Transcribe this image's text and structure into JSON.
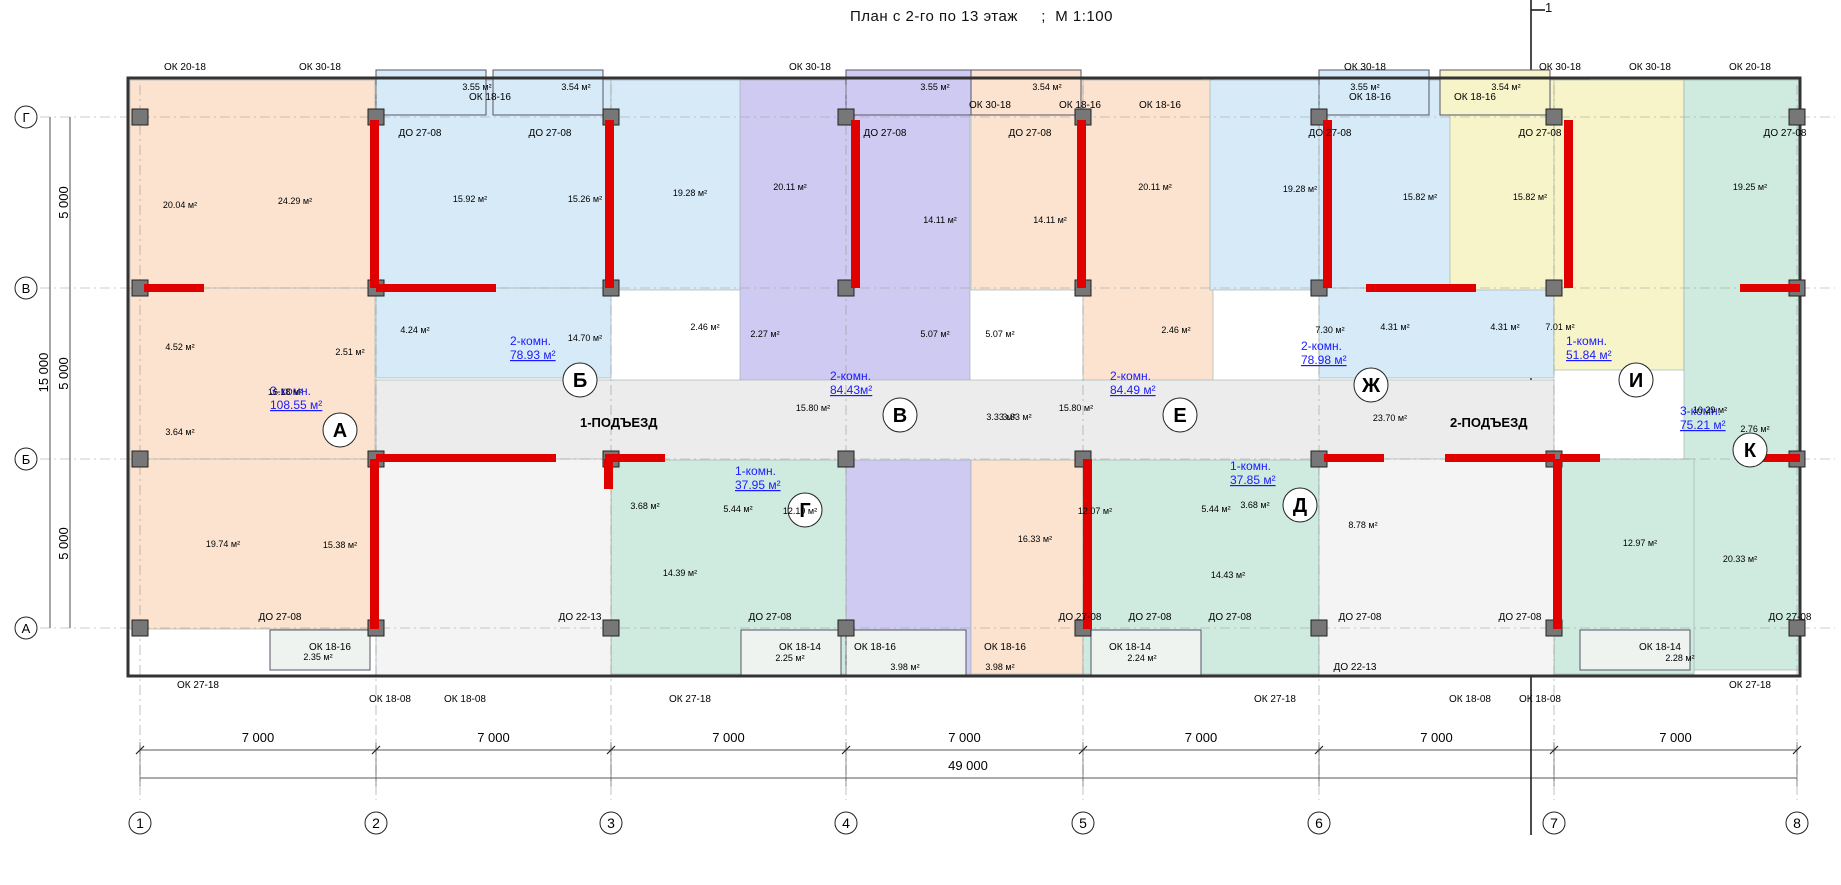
{
  "title": "План с 2-го по 13 этаж     ;  М 1:100",
  "section_mark": "1",
  "row_axes": [
    "Г",
    "В",
    "Б",
    "А"
  ],
  "col_axes": [
    "1",
    "2",
    "3",
    "4",
    "5",
    "6",
    "7",
    "8"
  ],
  "row_dims": [
    "5 000",
    "15 000",
    "5 000",
    "5 000"
  ],
  "col_dims": [
    "7 000",
    "7 000",
    "7 000",
    "7 000",
    "7 000",
    "7 000",
    "7 000"
  ],
  "total_dim": "49 000",
  "entrances": [
    "1-ПОДЪЕЗД",
    "2-ПОДЪЕЗД"
  ],
  "apartments": [
    {
      "letter": "А",
      "type": "3-комн.",
      "area": "108.55 м²"
    },
    {
      "letter": "Б",
      "type": "2-комн.",
      "area": "78.93 м²"
    },
    {
      "letter": "В",
      "type": "2-комн.",
      "area": "84.43м²"
    },
    {
      "letter": "Г",
      "type": "1-комн.",
      "area": "37.95 м²"
    },
    {
      "letter": "Е",
      "type": "2-комн.",
      "area": "84.49 м²"
    },
    {
      "letter": "Д",
      "type": "1-комн.",
      "area": "37.85 м²"
    },
    {
      "letter": "Ж",
      "type": "2-комн.",
      "area": "78.98 м²"
    },
    {
      "letter": "И",
      "type": "1-комн.",
      "area": "51.84 м²"
    },
    {
      "letter": "К",
      "type": "3-комн.",
      "area": "75.21 м²"
    }
  ],
  "window_marks": {
    "top": [
      "ОК 20-18",
      "ОК 30-18",
      "ОК 18-16",
      "ОК 30-18",
      "ОК 30-18",
      "ОК 18-16",
      "ОК 18-16",
      "ОК 30-18",
      "ОК 30-18",
      "ОК 18-16",
      "ОК 18-16",
      "ОК 30-18",
      "ОК 20-18"
    ],
    "bottom": [
      "ОК 27-18",
      "ОК 18-16",
      "ОК 18-08",
      "ОК 18-08",
      "ОК 27-18",
      "ОК 18-14",
      "ОК 18-16",
      "ОК 18-16",
      "ОК 18-14",
      "ОК 27-18",
      "ОК 18-08",
      "ОК 18-08",
      "ОК 18-14",
      "ОК 27-18"
    ]
  },
  "door_marks": [
    "ДО 27-08",
    "ДО 27-08",
    "ДО 27-08",
    "ДО 27-08",
    "ДО 27-08",
    "ДО 27-08",
    "ДО 27-08",
    "ДО 27-08",
    "ДО 27-08",
    "ДО 22-13",
    "ДО 27-08",
    "ДО 27-08",
    "ДО 27-08",
    "ДО 27-08",
    "ДО 27-08",
    "ДО 22-13",
    "ДО 27-08"
  ],
  "room_areas": {
    "top_row": [
      "20.04 м²",
      "24.29 м²",
      "15.92 м²",
      "15.26 м²",
      "19.28 м²",
      "20.11 м²",
      "14.11 м²",
      "14.11 м²",
      "20.11 м²",
      "19.28 м²",
      "15.82 м²",
      "15.82 м²",
      "19.25 м²"
    ],
    "balconies_top": [
      "3.55 м²",
      "3.54 м²",
      "3.55 м²",
      "3.54 м²",
      "3.55 м²",
      "3.54 м²"
    ],
    "middle_row": [
      "4.52 м²",
      "2.51 м²",
      "16.18 м²",
      "3.64 м²",
      "4.24 м²",
      "14.70 м²",
      "2.46 м²",
      "2.27 м²",
      "5.07 м²",
      "5.07 м²",
      "15.80 м²",
      "15.80 м²",
      "3.33 м²",
      "3.33 м²",
      "2.46 м²",
      "7.30 м²",
      "4.31 м²",
      "4.31 м²",
      "7.01 м²",
      "10.29 м²",
      "23.70 м²",
      "2.76 м²"
    ],
    "bottom_row": [
      "19.74 м²",
      "15.38 м²",
      "3.68 м²",
      "5.44 м²",
      "12.19 м²",
      "14.39 м²",
      "16.33 м²",
      "12.07 м²",
      "3.68 м²",
      "5.44 м²",
      "14.43 м²",
      "8.78 м²",
      "12.97 м²",
      "20.33 м²"
    ],
    "balconies_bottom": [
      "2.35 м²",
      "2.25 м²",
      "3.98 м²",
      "3.98 м²",
      "2.24 м²",
      "2.28 м²"
    ]
  },
  "palette": {
    "A": "#fbe3cf",
    "B": "#d6eaf7",
    "V": "#cfcaf2",
    "G": "#cfeadf",
    "E": "#fbe3cf",
    "D": "#cfeadf",
    "Zh": "#d6eaf7",
    "I": "#f6f4c8",
    "K": "#cfeadf",
    "wall": "#e10000",
    "column": "#777777",
    "corridor": "#ececec"
  }
}
